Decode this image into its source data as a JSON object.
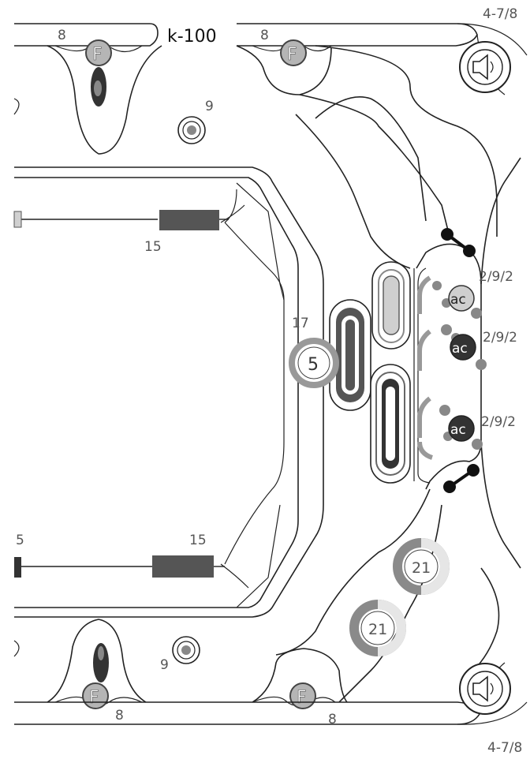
{
  "title": "k-100",
  "labels": {
    "top_right_dim": "4-7/8",
    "bottom_right_dim": "4-7/8",
    "qty_8": "8",
    "qty_9": "9",
    "qty_15": "15",
    "qty_15_left_partial": "5",
    "qty_17": "17",
    "qty_5": "5",
    "qty_21": "21",
    "ac_code": "ac",
    "ac_dim": "2/9/2",
    "f_code": "F"
  },
  "colors": {
    "line": "#222222",
    "text": "#555555",
    "dark_gray": "#555555",
    "mid_gray": "#8a8a8a",
    "light_gray": "#cfcfcf",
    "very_light_gray": "#e6e6e6"
  }
}
